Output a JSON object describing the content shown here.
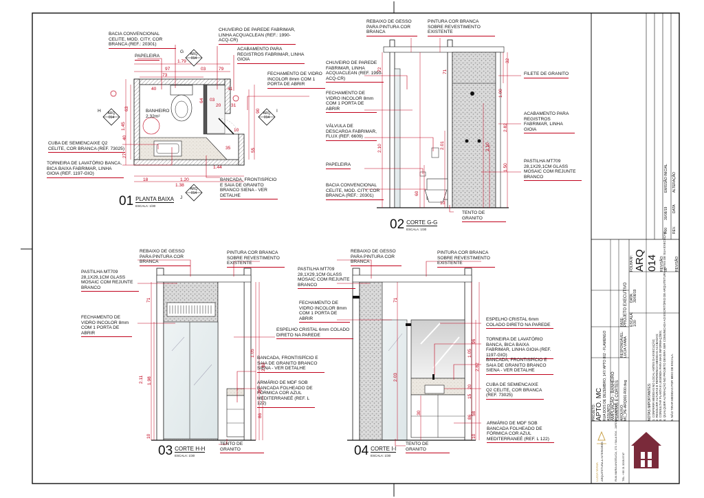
{
  "drawings": {
    "planta": {
      "num": "01",
      "name": "PLANTA BAIXA",
      "scale": "ESCALA: 1/30"
    },
    "corte_gg": {
      "num": "02",
      "name": "CORTE G-G",
      "scale": "ESCALA: 1/30"
    },
    "corte_hh": {
      "num": "03",
      "name": "CORTE H-H",
      "scale": "ESCALA: 1/30"
    },
    "corte_ii": {
      "num": "04",
      "name": "CORTE I-I",
      "scale": "ESCALA: 1/30"
    }
  },
  "plan_labels": {
    "bacia": "BACIA CONVENCIONAL CELITE, MOD. CITY, COR BRANCA (REF.: 20301)",
    "chuveiro": "CHUVEIRO DE PAREDE FABRIMAR, LINHA ACQUACLEAN (REF.: 1990-ACQ-CR)",
    "acabamento": "ACABAMENTO PARA REGISTROS FABRIMAR, LINHA GIOIA",
    "papeleira": "PAPELEIRA",
    "fechamento": "FECHAMENTO DE VIDRO INCOLOR 8mm COM 1 PORTA DE ABRIR",
    "banheiro": "BANHEIRO",
    "area": "2,32m²",
    "cuba": "CUBA DE SEMIENCAIXE Q2 CELITE, COR BRANCA (REF. 73025)",
    "torneira": "TORNEIRA DE LAVATÓRIO BANCA, BICA BAIXA FABRIMAR, LINHA GIOIA (REF. 1197-GIO)",
    "bancada": "BANCADA, FRONTISPÍCIO E SAIA DE GRANITO BRANCO SIENA - VER DETALHE"
  },
  "plan_dims": [
    "1.79",
    "97",
    "03",
    "79",
    "73",
    "40",
    "41",
    "64",
    "63",
    "1.45",
    "20",
    "31",
    "40",
    "27",
    "35",
    "55",
    "90",
    "18",
    "1.20",
    "1.38",
    "1.44",
    "03",
    "10"
  ],
  "tags": [
    {
      "top": "ARQ",
      "bottom": "014",
      "letter": "G"
    },
    {
      "top": "ARQ",
      "bottom": "014",
      "letter": "H"
    },
    {
      "top": "ARQ",
      "bottom": "014",
      "letter": "I"
    },
    {
      "top": "ARQ",
      "bottom": "014",
      "letter": "J"
    }
  ],
  "gg_labels": {
    "rebaixo": "REBAIXO DE GESSO PARA PINTURA COR BRANCA",
    "pintura": "PINTURA COR BRANCA SOBRE REVESTIMENTO EXISTENTE",
    "chuveiro": "CHUVEIRO DE PAREDE FABRIMAR, LINHA ACQUACLEAN (REF. 1990-ACQ-CR)",
    "fechamento": "FECHAMENTO DE VIDRO INCOLOR 8mm COM 1 PORTA DE ABRIR",
    "valvula": "VÁLVULA DE DESCARGA FABRIMAR, FLUX (REF. 6609)",
    "papeleira": "PAPELEIRA",
    "bacia": "BACIA CONVENCIONAL CELITE, MOD. CITY, COR BRANCA (REF.: 20301)",
    "filete": "FILETE DE GRANITO",
    "acabamento": "ACABAMENTO PARA REGISTROS FABRIMAR, LINHA GIOIA",
    "pastilha": "PASTILHA MT709 28,1X29,1CM GLASS MOSAIC COM REJUNTE BRANCO",
    "tento": "TENTO DE GRANITO"
  },
  "gg_dims": [
    "72",
    "71",
    "32",
    "1.00",
    "2.82",
    "2.10",
    "2.01",
    "2.10",
    "1.50",
    "60",
    "10"
  ],
  "hh_labels": {
    "rebaixo": "REBAIXO DE GESSO PARA PINTURA COR BRANCA",
    "pintura": "PINTURA COR BRANCA SOBRE REVESTIMENTO EXISTENTE",
    "pastilha": "PASTILHA MT709 28,1X29,1CM GLASS MOSAIC COM REJUNTE BRANCO",
    "fechamento": "FECHAMENTO DE VIDRO INCOLOR 8mm COM 1 PORTA DE ABRIR",
    "espelho": "ESPELHO CRISTAL 6mm COLADO DIRETO NA PAREDE",
    "bancada": "BANCADA, FRONTISPÍCIO E SAIA DE GRANITO BRANCO SIENA - VER DETALHE",
    "armario": "ARMÁRIO DE MDF SOB BANCADA FOLHEADO DE FÓRMICA COR AZUL MEDITERRANEÉ (REF. L 122)",
    "tento": "TENTO DE GRANITO"
  },
  "hh_dims": [
    "71",
    "2.11",
    "1.98",
    "1.05",
    "2.82",
    "10",
    "86",
    "20"
  ],
  "ii_labels": {
    "rebaixo": "REBAIXO DE GESSO PARA PINTURA COR BRANCA",
    "pintura": "PINTURA COR BRANCA SOBRE REVESTIMENTO EXISTENTE",
    "pastilha": "PASTILHA MT709 28,1X29,1CM GLASS MOSAIC COM REJUNTE BRANCO",
    "fechamento": "FECHAMENTO DE VIDRO INCOLOR 8mm COM 1 PORTA DE ABRIR",
    "espelho": "ESPELHO CRISTAL 6mm COLADO DIRETO NA PAREDE",
    "torneira": "TORNEIRA DE LAVATÓRIO BANCA, BICA BAIXA FABRIMAR, LINHA GIOIA (REF. 1197-GIO)",
    "bancada": "BANCADA, FRONTISPÍCIO E SAIA DE GRANITO BRANCO SIENA - VER DETALHE",
    "cuba": "CUBA DE SEMIENCAIXE Q2 CELITE, COR BRANCA (REF. 73025)",
    "armario": "ARMÁRIO DE MDF SOB BANCADA FOLHEADO DE FÓRMICA COR AZUL MEDITERRANEÉ (REF. L 122)",
    "tento": "TENTO DE GRANITO"
  },
  "ii_dims": [
    "71",
    "2.03",
    "1.05",
    "96",
    "2.82",
    "86",
    "20",
    "15",
    "58",
    "10",
    "30"
  ],
  "title_block": {
    "project_label": "PROJETO:",
    "project": "APTO. MC",
    "address": "RUA DOIS DE DEZEMBRO, 147/ APTO 802 - FLAMENGO",
    "subject_label": "ASSUNTO:",
    "subject": "AMPLIAÇÃO - BANHEIRO",
    "subject2": "PLANTAS E CORTES",
    "phase_label": "FASE:",
    "phase": "PROJETO EXECUTIVO",
    "scale_label": "ESCALA:",
    "scale": "1/30",
    "date_label": "DATA:",
    "date": "30/08/19",
    "resp_label": "RESPONSÁVEL:",
    "resp": "LUCIA VIANA",
    "file_label": "ARQUIVO:",
    "file": "MC_PE-ARQ001-R00.dwg",
    "sheet_label": "FOLHA Nº:",
    "sheet_a": "ARQ",
    "sheet_b": "014",
    "rev_label": "REVISÃO:",
    "rev": "00",
    "notes_title": "NOTAS IMPORTANTES:",
    "notes": [
      "1. CONFERIR MEDIDAS NO LOCAL ANTES DA EXECUÇÃO;",
      "2. RESOLVER ALTURAS E REFERENCIA MEDIDAS ACABADAS;",
      "3. CONSULTAR PLANTA E LEGENDA PARA MAIS INFORMAÇÕES;",
      "4. QUALQUER ALTERAÇÃO NO PROJETO DEVERÁ SER COMUNICADA AO ESCRITÓRIO DE ARQUITETURA ANTES DE SUA EXECUÇÃO;",
      "5. NÃO TIRAR MEDIDAS POR MEIO DE ESCALA."
    ],
    "rev_table": {
      "headers": [
        "REV.",
        "DATA",
        "ALTERAÇÃO"
      ],
      "row": [
        "R00",
        "30/08/19",
        "EMISSÃO INICIAL"
      ],
      "footer": "REVISÃO"
    },
    "firm": "LUCIA VIANA",
    "firm_sub": "ARQUITETURA & INTERIORES",
    "firm_addr": "RUA MARIA ANGÉLICA, 171 / SALA 504 - JARDIM BOTÂNICO",
    "firm_tel": "TEL: +55 21 3205-9747"
  },
  "colors": {
    "red": "#c0001a",
    "black": "#111111",
    "mosaic": "#d6d6d6",
    "granite": "#ede8e0"
  }
}
